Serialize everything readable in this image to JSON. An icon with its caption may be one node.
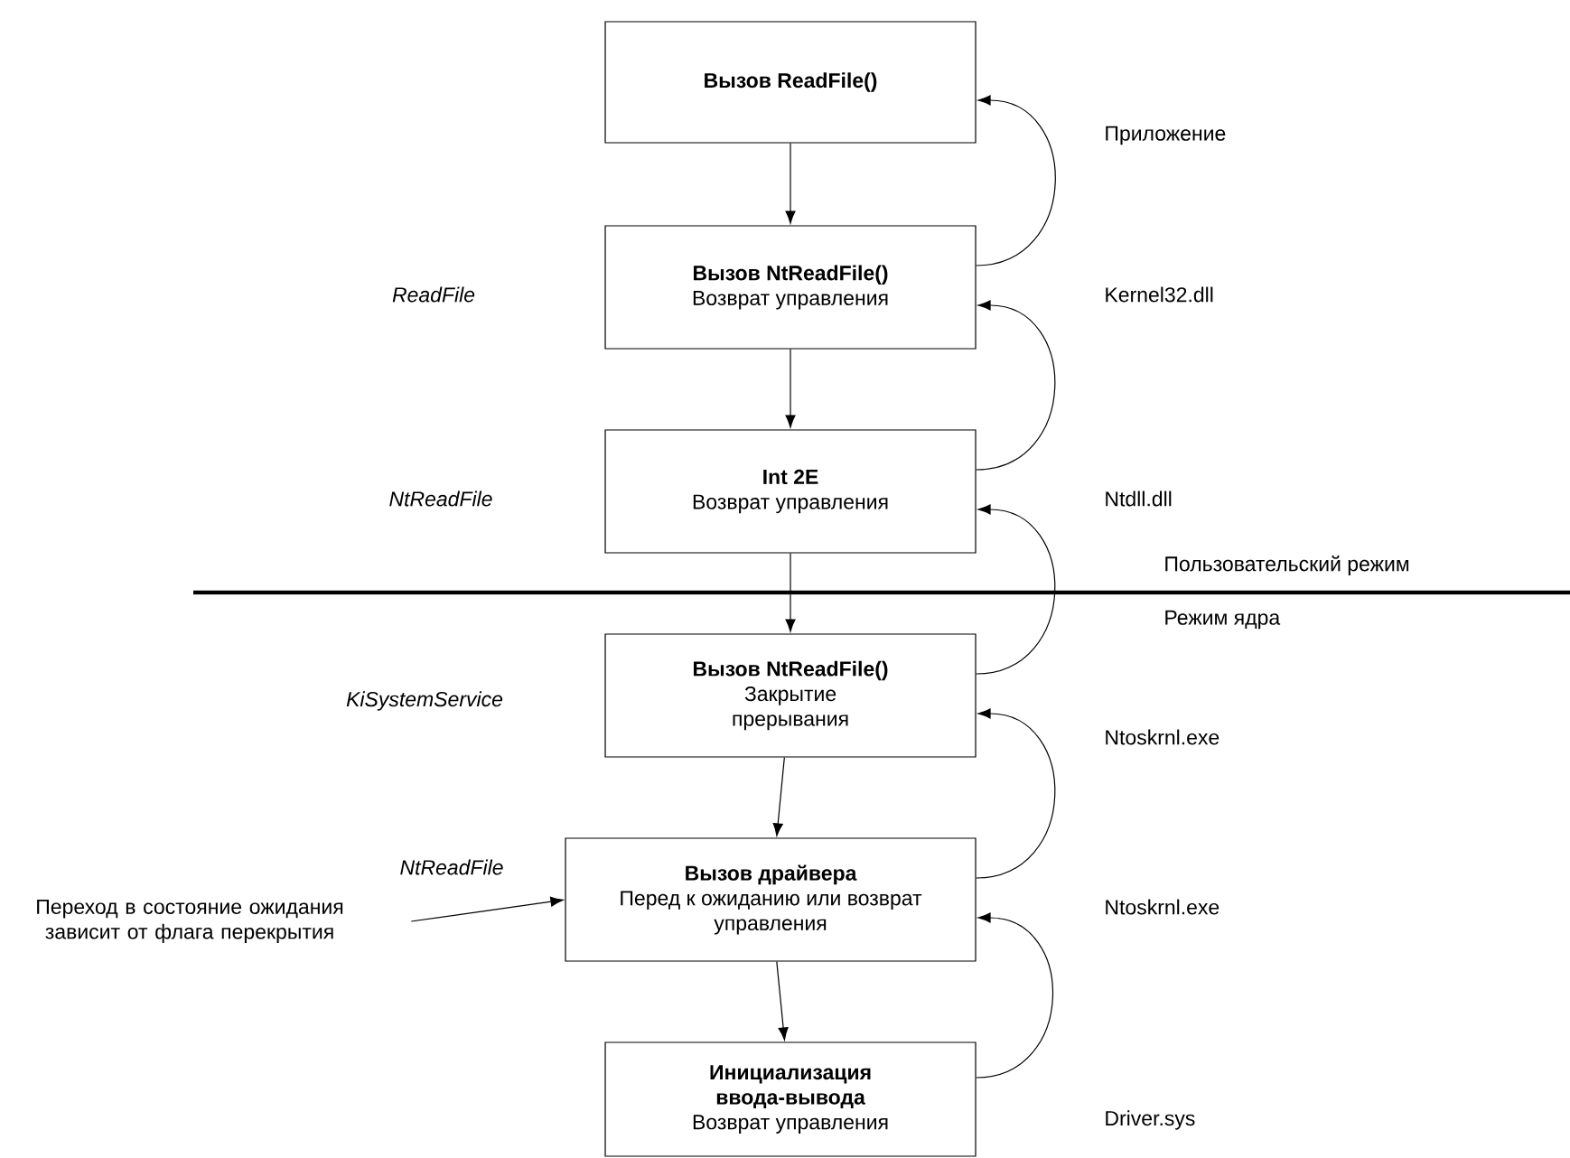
{
  "diagram": {
    "nodes": [
      {
        "text": [
          "Вызов ReadFile()"
        ]
      },
      {
        "text": [
          "Вызов NtReadFile()",
          "Возврат управления"
        ]
      },
      {
        "text": [
          "Int 2E",
          "Возврат управления"
        ]
      },
      {
        "text": [
          "Вызов NtReadFile()",
          "Закрытие прерывания"
        ]
      },
      {
        "text": [
          "Вызов драйвера",
          "Перед к ожиданию или возврат управления"
        ]
      },
      {
        "text": [
          "Инициализация ввода-вывода",
          "Возврат управления"
        ]
      },
      {
        "text": [
          "Переход в состояние ожидания зависит от флага перекрытия"
        ]
      }
    ],
    "edges": [
      {
        "from": 0,
        "to": 1,
        "arrow": "to"
      },
      {
        "from": 1,
        "to": 2,
        "arrow": "to"
      },
      {
        "from": 2,
        "to": 3,
        "arrow": "to"
      },
      {
        "from": 3,
        "to": 4,
        "arrow": "to"
      },
      {
        "from": 4,
        "to": 5,
        "arrow": "to"
      },
      {
        "from": 1,
        "to": 0,
        "arrow": "to"
      },
      {
        "from": 2,
        "to": 1,
        "arrow": "to"
      },
      {
        "from": 3,
        "to": 2,
        "arrow": "to"
      },
      {
        "from": 4,
        "to": 3,
        "arrow": "to"
      },
      {
        "from": 5,
        "to": 4,
        "arrow": "to"
      },
      {
        "from": 6,
        "to": 4,
        "arrow": "to"
      }
    ],
    "labels": [
      "Приложение",
      "ReadFile",
      "Kernel32.dll",
      "NtReadFile",
      "Ntdll.dll",
      "Пользовательский режим",
      "Режим ядра",
      "KiSystemService",
      "Ntoskrnl.exe",
      "NtReadFile",
      "Ntoskrnl.exe",
      "Driver.sys"
    ]
  }
}
